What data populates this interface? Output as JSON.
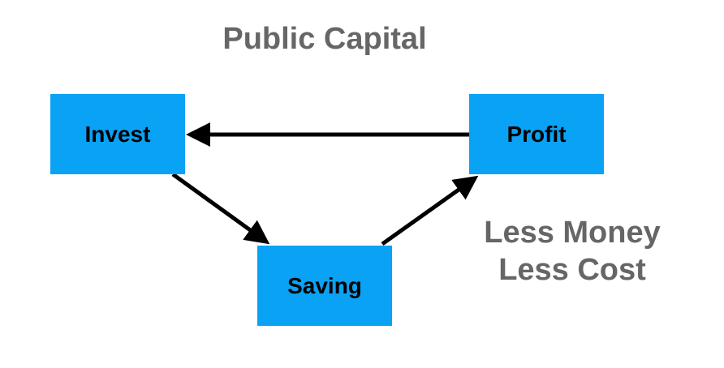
{
  "title": "Public Capital",
  "note": {
    "line1": "Less Money",
    "line2": "Less Cost"
  },
  "nodes": {
    "invest": "Invest",
    "profit": "Profit",
    "saving": "Saving"
  },
  "edges": [
    {
      "from": "Profit",
      "to": "Invest"
    },
    {
      "from": "Invest",
      "to": "Saving"
    },
    {
      "from": "Saving",
      "to": "Profit"
    }
  ],
  "colors": {
    "node_fill": "#0aa2f4",
    "node_text": "#000000",
    "heading_text": "#666666",
    "arrow": "#000000"
  }
}
